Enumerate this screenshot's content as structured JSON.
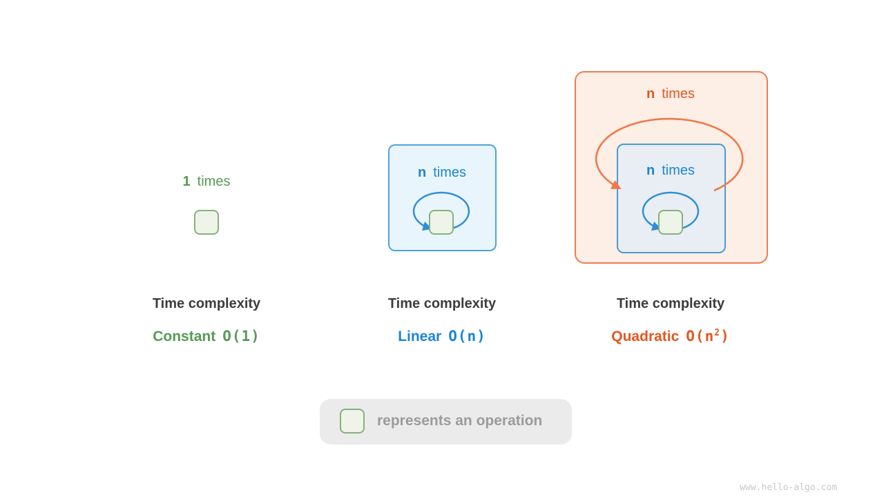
{
  "panels": {
    "constant": {
      "count": "1",
      "times": "times",
      "title": "Time complexity",
      "name": "Constant",
      "big_o": "O(1)"
    },
    "linear": {
      "count": "n",
      "times": "times",
      "title": "Time complexity",
      "name": "Linear",
      "big_o": "O(n)"
    },
    "quadratic": {
      "outer_count": "n",
      "outer_times": "times",
      "inner_count": "n",
      "inner_times": "times",
      "title": "Time complexity",
      "name": "Quadratic",
      "big_o_prefix": "O(n",
      "big_o_sup": "2",
      "big_o_suffix": ")"
    }
  },
  "legend": {
    "label": "represents an operation"
  },
  "watermark": {
    "text": "www.hello-algo.com"
  },
  "colors": {
    "green_text": "#569a56",
    "green_square_fill": "#eef4e8",
    "green_square_border": "#86b07e",
    "blue_text": "#1d85d0",
    "blue_box_fill": "#e9f5fc",
    "blue_box_border": "#4fa3da",
    "inner_box_fill": "#e9eef4",
    "orange_text": "#e4571f",
    "orange_box_fill": "#fdeee6",
    "orange_box_border": "#ee7c50",
    "title_text": "#3c3c3c",
    "legend_bg": "#ebebeb",
    "legend_text": "#9b9b9b",
    "watermark_text": "#c8c8c8"
  }
}
